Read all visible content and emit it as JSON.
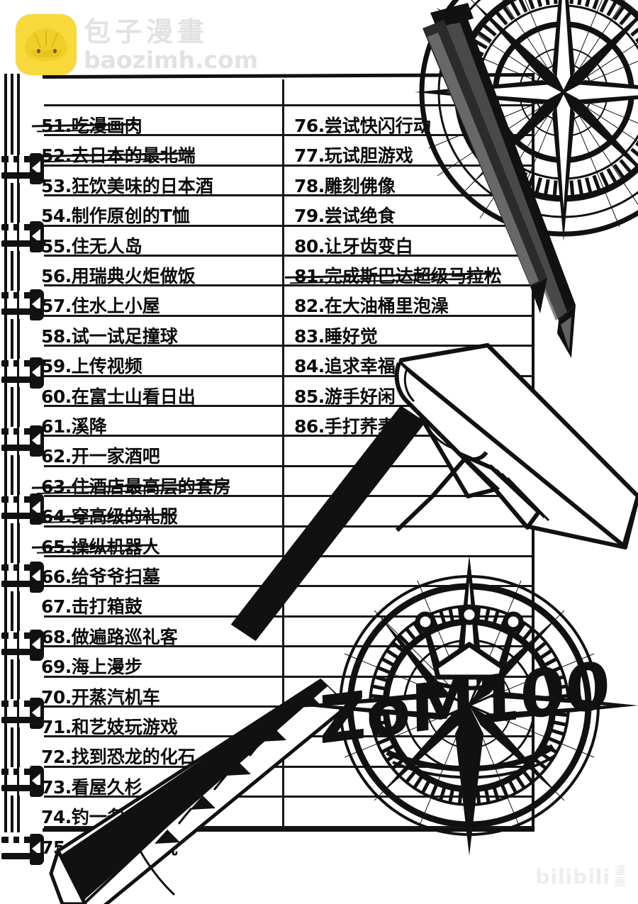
{
  "page": {
    "kind": "manga-page",
    "title": "ZOM100 bucket list notebook page",
    "background_color": "#ffffff",
    "ink_color": "#0c0c0c"
  },
  "watermark_top": {
    "brand_cn": "包子漫畫",
    "brand_url": "baozimh.com",
    "logo_color": "#f7d93c",
    "text_color": "#e2e2e2"
  },
  "watermark_bottom": {
    "brand": "bilibili",
    "suffix_line1": "漫",
    "suffix_line2": "画",
    "color": "#ededed"
  },
  "notebook": {
    "ruled_lines": 25,
    "has_spiral_binding": true,
    "spiral_rings": 11,
    "column_divider": true
  },
  "logo": {
    "text": "ZoM100",
    "has_crown": true,
    "has_compass_star": true
  },
  "list": {
    "left_column": [
      {
        "num": "51.",
        "text": "吃漫画肉",
        "struck": true
      },
      {
        "num": "52.",
        "text": "去日本的最北端",
        "struck": true
      },
      {
        "num": "53.",
        "text": "狂饮美味的日本酒",
        "struck": false
      },
      {
        "num": "54.",
        "text": "制作原创的T恤",
        "struck": false
      },
      {
        "num": "55.",
        "text": "住无人岛",
        "struck": false
      },
      {
        "num": "56.",
        "text": "用瑞典火炬做饭",
        "struck": false
      },
      {
        "num": "57.",
        "text": "住水上小屋",
        "struck": false
      },
      {
        "num": "58.",
        "text": "试一试足撞球",
        "struck": false
      },
      {
        "num": "59.",
        "text": "上传视频",
        "struck": false
      },
      {
        "num": "60.",
        "text": "在富士山看日出",
        "struck": false
      },
      {
        "num": "61.",
        "text": "溪降",
        "struck": false
      },
      {
        "num": "62.",
        "text": "开一家酒吧",
        "struck": false
      },
      {
        "num": "63.",
        "text": "住酒店最高层的套房",
        "struck": true
      },
      {
        "num": "64.",
        "text": "穿高级的礼服",
        "struck": true
      },
      {
        "num": "65.",
        "text": "操纵机器人",
        "struck": true
      },
      {
        "num": "66.",
        "text": "给爷爷扫墓",
        "struck": false
      },
      {
        "num": "67.",
        "text": "击打箱鼓",
        "struck": false
      },
      {
        "num": "68.",
        "text": "做遍路巡礼客",
        "struck": false
      },
      {
        "num": "69.",
        "text": "海上漫步",
        "struck": false
      },
      {
        "num": "70.",
        "text": "开蒸汽机车",
        "struck": false
      },
      {
        "num": "71.",
        "text": "和艺妓玩游戏",
        "struck": false
      },
      {
        "num": "72.",
        "text": "找到恐龙的化石",
        "struck": false
      },
      {
        "num": "73.",
        "text": "看屋久杉",
        "struck": false
      },
      {
        "num": "74.",
        "text": "钓一条旗鱼",
        "struck": false
      },
      {
        "num": "75.",
        "text": "制作家庭影院",
        "struck": false
      }
    ],
    "right_column": [
      {
        "num": "76.",
        "text": "尝试快闪行动",
        "struck": false
      },
      {
        "num": "77.",
        "text": "玩试胆游戏",
        "struck": false
      },
      {
        "num": "78.",
        "text": "雕刻佛像",
        "struck": false
      },
      {
        "num": "79.",
        "text": "尝试绝食",
        "struck": false
      },
      {
        "num": "80.",
        "text": "让牙齿变白",
        "struck": false
      },
      {
        "num": "81.",
        "text": "完成斯巴达超级马拉松",
        "struck": true
      },
      {
        "num": "82.",
        "text": "在大油桶里泡澡",
        "struck": false
      },
      {
        "num": "83.",
        "text": "睡好觉",
        "struck": false
      },
      {
        "num": "84.",
        "text": "追求幸福",
        "struck": false
      },
      {
        "num": "85.",
        "text": "游手好闲",
        "struck": false
      },
      {
        "num": "86.",
        "text": "手打荞麦面",
        "struck": false
      }
    ]
  }
}
